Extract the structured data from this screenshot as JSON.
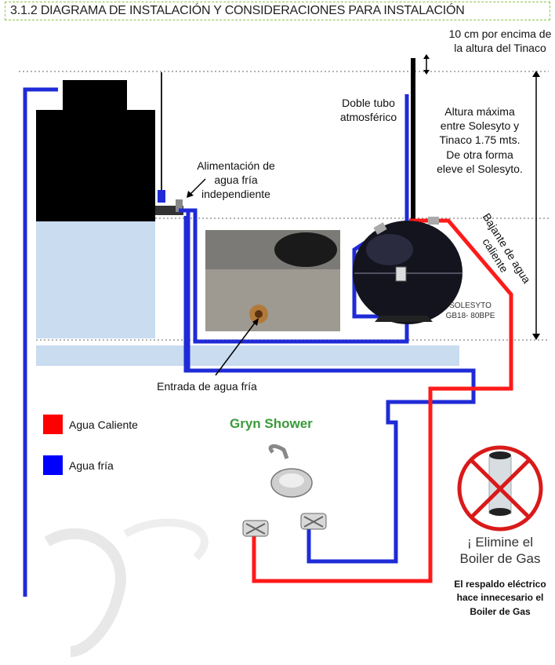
{
  "title": "3.1.2 DIAGRAMA DE INSTALACIÓN Y CONSIDERACIONES PARA INSTALACIÓN",
  "labels": {
    "ten_cm": "10 cm por encima de la altura del Tinaco",
    "double_tube": "Doble tubo atmosférico",
    "max_height": "Altura máxima entre Solesyto y Tinaco 1.75 mts. De otra forma eleve el Solesyto.",
    "cold_feed": "Alimentación de agua fría independiente",
    "hot_down": "Bajante de agua caliente",
    "cold_inlet": "Entrada de agua fría",
    "heater_model": "SOLESYTO GB18- 80BPE"
  },
  "legend": {
    "hot": {
      "label": "Agua Caliente",
      "color": "#ff0000"
    },
    "cold": {
      "label": "Agua fría",
      "color": "#0000ff"
    }
  },
  "brand": "Gryn Shower",
  "boiler": {
    "headline": "¡ Elimine el Boiler de Gas",
    "note": "El respaldo eléctrico hace innecesario el Boiler de Gas"
  },
  "colors": {
    "hot_pipe": "#ff1a1a",
    "cold_pipe": "#1f2bd6",
    "tinaco": "#000000",
    "shadow": "#c9dcf0",
    "title_border": "#8bc34a"
  },
  "icons": [
    "shower-head-icon",
    "faucet-handle-icon",
    "no-gas-boiler-icon",
    "arrow-icon",
    "valve-icon"
  ]
}
